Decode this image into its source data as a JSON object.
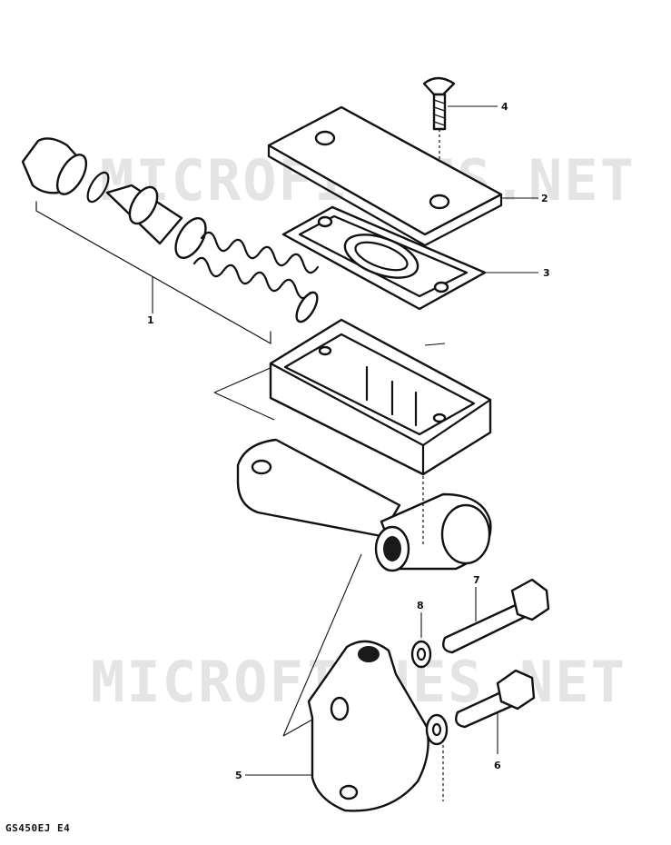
{
  "watermark": {
    "top": "MICROFICHES.NET",
    "bottom": "MICROFICHES.NET"
  },
  "callouts": {
    "c1": "1",
    "c2": "2",
    "c3": "3",
    "c4": "4",
    "c5": "5",
    "c6": "6",
    "c7": "7",
    "c8": "8"
  },
  "caption": "GS450EJ E4"
}
